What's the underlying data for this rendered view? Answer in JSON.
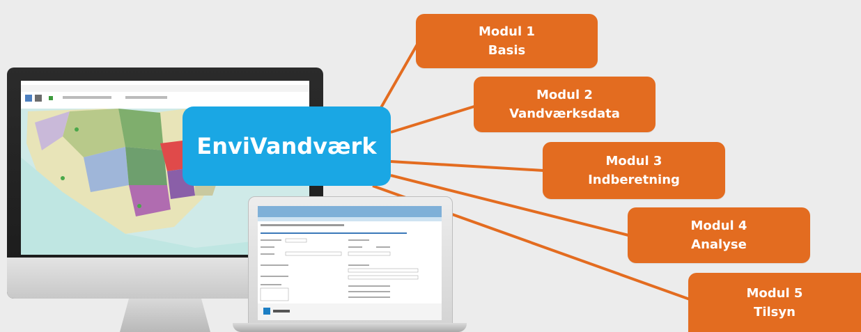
{
  "hub": {
    "label": "EnviVandværk"
  },
  "modules": [
    {
      "title": "Modul 1",
      "subtitle": "Basis"
    },
    {
      "title": "Modul 2",
      "subtitle": "Vandværksdata"
    },
    {
      "title": "Modul 3",
      "subtitle": "Indberetning"
    },
    {
      "title": "Modul 4",
      "subtitle": "Analyse"
    },
    {
      "title": "Modul 5",
      "subtitle": "Tilsyn"
    }
  ],
  "colors": {
    "hub": "#1aa7e4",
    "module": "#e36c20",
    "connector": "#e36c20",
    "background": "#ececec"
  }
}
